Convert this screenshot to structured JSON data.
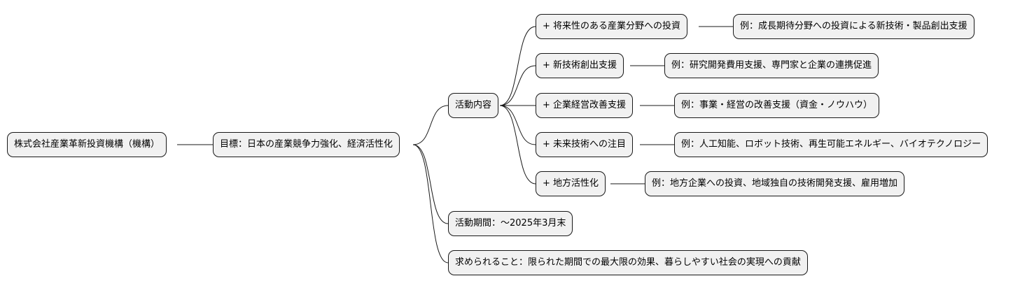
{
  "colors": {
    "node_fill": "#f1f1f1",
    "node_border": "#181818",
    "line": "#181818",
    "background": "#ffffff"
  },
  "mindmap": {
    "root": "株式会社産業革新投資機構（機構）",
    "goal": "目標：日本の産業競争力強化、経済活性化",
    "activities": {
      "label": "活動内容",
      "items": [
        {
          "label": "+ 将来性のある産業分野への投資",
          "example": "例：成長期待分野への投資による新技術・製品創出支援"
        },
        {
          "label": "+ 新技術創出支援",
          "example": "例：研究開発費用支援、専門家と企業の連携促進"
        },
        {
          "label": "+ 企業経営改善支援",
          "example": "例：事業・経営の改善支援（資金・ノウハウ）"
        },
        {
          "label": "+ 未来技術への注目",
          "example": "例：人工知能、ロボット技術、再生可能エネルギー、バイオテクノロジー"
        },
        {
          "label": "+ 地方活性化",
          "example": "例：地方企業への投資、地域独自の技術開発支援、雇用増加"
        }
      ]
    },
    "period": "活動期間：～2025年3月末",
    "expectation": "求められること：限られた期間での最大限の効果、暮らしやすい社会の実現への貢献"
  }
}
